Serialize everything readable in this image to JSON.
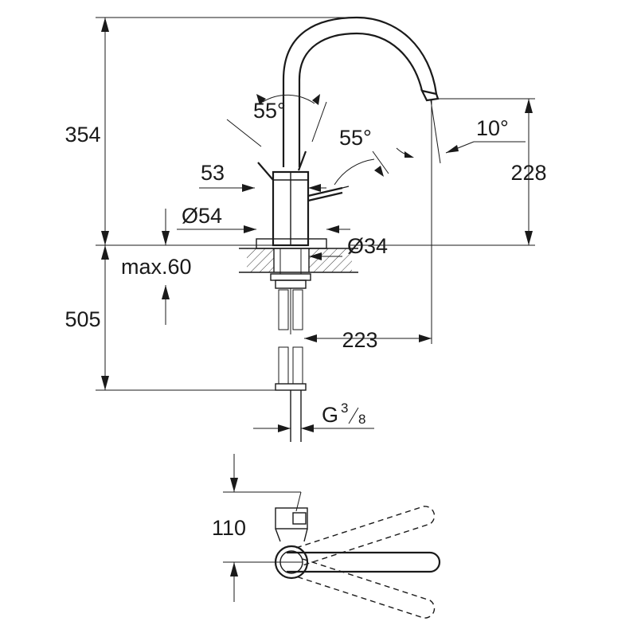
{
  "dimensions": {
    "total_height": "354",
    "spout_height": "228",
    "below_counter": "505",
    "max_counter": "max.60",
    "handle_angle_left": "55°",
    "handle_angle_right": "55°",
    "spout_angle": "10°",
    "body_height": "53",
    "base_diameter": "Ø54",
    "hole_diameter": "Ø34",
    "reach": "223",
    "thread_main": "G",
    "thread_num": "3",
    "thread_den": "8",
    "handle_clearance": "110"
  },
  "colors": {
    "line": "#1a1a1a",
    "background": "#ffffff"
  }
}
